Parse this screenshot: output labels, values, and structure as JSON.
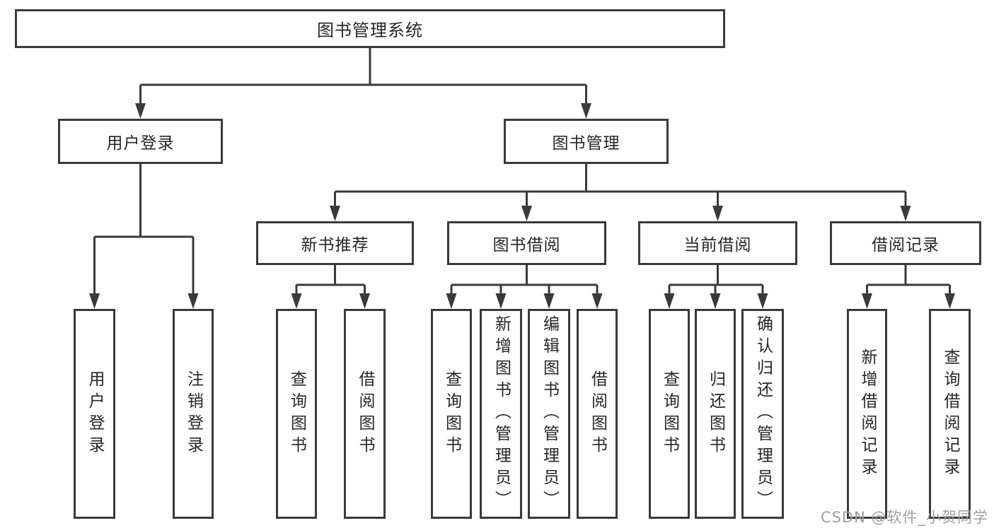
{
  "colors": {
    "line": "#3a3a3a",
    "text": "#262626",
    "background": "#ffffff",
    "watermark": "#a0a0a0"
  },
  "diagram": {
    "root": {
      "label": "图书管理系统"
    },
    "level2": [
      {
        "label": "用户登录",
        "children": [
          {
            "label": "用户登录"
          },
          {
            "label": "注销登录"
          }
        ]
      },
      {
        "label": "图书管理",
        "children": [
          {
            "label": "新书推荐",
            "children": [
              {
                "label": "查询图书"
              },
              {
                "label": "借阅图书"
              }
            ]
          },
          {
            "label": "图书借阅",
            "children": [
              {
                "label": "查询图书"
              },
              {
                "label": "新增图书（管理员）"
              },
              {
                "label": "编辑图书（管理员）"
              },
              {
                "label": "借阅图书"
              }
            ]
          },
          {
            "label": "当前借阅",
            "children": [
              {
                "label": "查询图书"
              },
              {
                "label": "归还图书"
              },
              {
                "label": "确认归还（管理员）"
              }
            ]
          },
          {
            "label": "借阅记录",
            "children": [
              {
                "label": "新增借阅记录"
              },
              {
                "label": "查询借阅记录"
              }
            ]
          }
        ]
      }
    ]
  },
  "watermark": {
    "text": "CSDN @软件_小贺同学"
  }
}
